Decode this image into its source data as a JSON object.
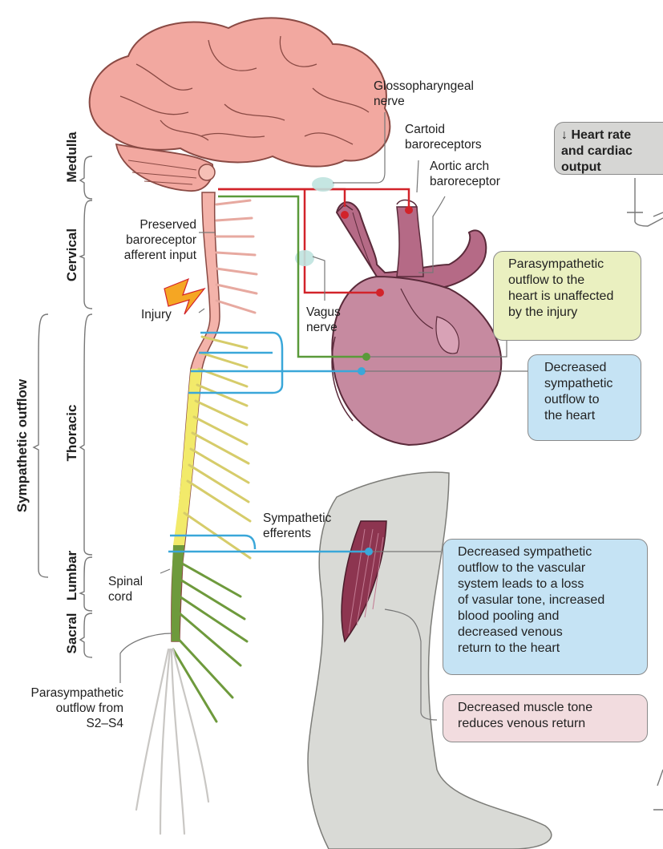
{
  "regions": {
    "medulla": "Medulla",
    "cervical": "Cervical",
    "thoracic": "Thoracic",
    "lumbar": "Lumbar",
    "sacral": "Sacral",
    "sympathetic_outflow": "Sympathetic outflow"
  },
  "labels": {
    "glossopharyngeal": "Glossopharyngeal\nnerve",
    "cartoid": "Cartoid\nbaroreceptors",
    "aortic": "Aortic arch\nbaroreceptor",
    "preserved": "Preserved\nbaroreceptor\nafferent input",
    "injury": "Injury",
    "vagus": "Vagus\nnerve",
    "sympathetic_efferents": "Sympathetic\nefferents",
    "spinal_cord": "Spinal\ncord",
    "parasympathetic_sacral": "Parasympathetic\noutflow from\nS2–S4"
  },
  "boxes": {
    "heart_rate": "↓ Heart rate\nand cardiac\noutput",
    "parasympathetic_heart": "Parasympathetic\noutflow to the\nheart is unaffected\nby the injury",
    "decreased_heart": "Decreased\nsympathetic\noutflow to\nthe heart",
    "decreased_vascular": "Decreased sympathetic\noutflow to the vascular\nsystem leads to a loss\nof vasular tone, increased\nblood pooling and\ndecreased venous\nreturn to the heart",
    "muscle_tone": "Decreased muscle tone\nreduces venous return"
  },
  "colors": {
    "brain": "#f2a8a0",
    "cord_upper": "#f4b3aa",
    "cord_injured": "#f2ea6a",
    "cord_lower": "#6e9a3c",
    "heart": "#b56a86",
    "sympathetic": "#3aa7d9",
    "parasympathetic": "#5a9a3a",
    "afferent": "#d2232a",
    "box_green": "#eaf0c0",
    "box_blue": "#c5e3f4",
    "box_pink": "#f2dcdf",
    "box_grey": "#d6d6d4"
  }
}
